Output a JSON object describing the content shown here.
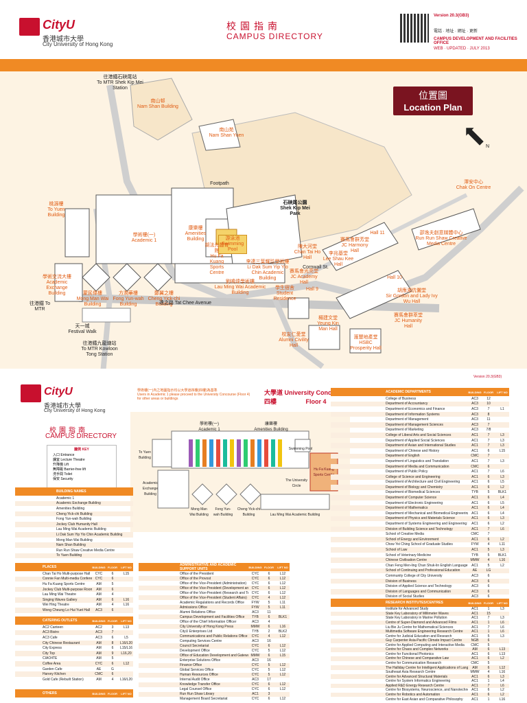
{
  "header": {
    "logo_word": "CityU",
    "uni_cn": "香港城市大學",
    "uni_en": "City University of Hong Kong",
    "title_cn": "校園指南",
    "title_en": "CAMPUS DIRECTORY",
    "right_line1": "Version 20.3(GB3)",
    "right_line2": "電話 · 地址 · 網址 · 更新",
    "right_line3": "CAMPUS DEVELOPMENT AND FACILITIES OFFICE",
    "right_line4": "WEB · UPDATED · JULY 2013"
  },
  "map": {
    "title_cn": "位置圖",
    "title_en": "Location Plan",
    "compass": "N",
    "labels": {
      "mtr_top_cn": "往港鐵石硤尾站",
      "mtr_top_en": "To MTR Shek Kip Mei Station",
      "nam_shan_cn": "南山邨",
      "nam_shan_en": "Nam Shan Building",
      "nam_shan_yuen_cn": "南山苑",
      "nam_shan_yuen_en": "Nam Shan Yuen",
      "footpath": "Footpath",
      "sk_park_cn": "石硤尾公園",
      "sk_park_en": "Shek Kip Mei Park",
      "chak_on_cn": "澤安中心",
      "chak_on_en": "Chak On Centre",
      "to_yuen_cn": "桃源樓",
      "to_yuen_en": "To Yuen Building",
      "academic1_cn": "學術樓(一)",
      "academic1_en": "Academic 1",
      "amenities_cn": "康樂樓",
      "amenities_en": "Amenities Building",
      "pool_cn": "游泳池",
      "pool_en": "Swimming Pool",
      "hu_fa_kuang_cn": "胡法光體育館",
      "hu_fa_kuang_en": "Hu Fa Kuang Sports Centre",
      "li_dak_sum_cn": "李達三葉耀珍學術樓",
      "li_dak_sum_en": "Li Dak Sum Yip Yio Chin Academic Building",
      "lau_ming_wai_cn": "劉鳴煒學術樓",
      "lau_ming_wai_en": "Lau Ming Wai Academic Building",
      "ae_cn": "學術交流大樓",
      "ae_en": "Academic Exchange Building",
      "mong_man_wai_cn": "蒙民偉樓",
      "mong_man_wai_en": "Mong Man Wai Building",
      "fong_yun_wah_cn": "方潤華樓",
      "fong_yun_wah_en": "Fong Yun-wah Building",
      "cheng_yick_chi_cn": "鄭翼之樓",
      "cheng_yick_chi_en": "Cheng Yick-chi Building",
      "tat_chee_cn": "達之路",
      "tat_chee_en": "Tat Chee Avenue",
      "festival_cn": "天一城",
      "festival_en": "Festival Walk",
      "kowloon_tong_cn": "往港鐵九龍塘站",
      "kowloon_tong_en": "To MTR Kowloon Tong Station",
      "chan_tai_ho_cn": "陳大河堂",
      "chan_tai_ho_en": "Chan Tai Ho Hall",
      "jc_harmony_cn": "賽馬會群芳堂",
      "jc_harmony_en": "JC Harmony Hall",
      "lee_shau_kee_cn": "李兆基堂",
      "lee_shau_kee_en": "Lee Shau Kee Hall",
      "hall11": "Hall 11",
      "hall10": "Hall 10",
      "run_run_cn": "邵逸夫創意媒體中心",
      "run_run_en": "Run Run Shaw Creative Media Centre",
      "jc_academy_cn": "賽馬會光亮堂",
      "jc_academy_en": "JC Academy Hall",
      "sir_gordon_cn": "胡應湘伉儷堂",
      "sir_gordon_en": "Sir Gordon and Lady Ivy Wu Hall",
      "student_res_cn": "學生宿舍",
      "student_res_en": "Student Residence",
      "hall9": "Hall 9",
      "jc_humanity_cn": "賽馬會群萃堂",
      "jc_humanity_en": "JC Humanity Hall",
      "alumni_cn": "校友仁愛堂",
      "alumni_en": "Alumni Civility Hall",
      "yeung_cn": "楊建文堂",
      "yeung_en": "Yeung Kin Man Hall",
      "hsbc_cn": "滙豐地產堂",
      "hsbc_en": "HSBC Prosperity Hall",
      "cornwall": "Cornwall St.",
      "to_mtr_note": "往港鐵 To MTR"
    }
  },
  "floor": {
    "version": "Version 20.3(GB3)",
    "note_cn": "學術樓(一)內之地圖指示均以大學道四樓(四樓)為基準",
    "note_en": "Users in Academic 1 please proceed to the University Concourse (Floor 4) for other areas or buildings",
    "concourse_cn": "大學道",
    "concourse_en": "University Concourse",
    "floor_cn": "四樓",
    "floor_en": "Floor 4",
    "academic1_cn": "學術樓(一)",
    "academic1_en": "Academic 1",
    "amenities_cn": "康樂樓",
    "amenities_en": "Amenities Building",
    "pool": "Swimming Pool",
    "to_yuen": "To Yuen Building",
    "ae": "Academic Exchange Building",
    "mmw": "Mong Man Wai Building",
    "fyw": "Fong Yun-wah Building",
    "cyc": "Cheng Yick-chi Building",
    "lmw": "Lau Ming Wai Academic Building",
    "hfk": "Hu Fa Kuang Sports Centre",
    "uni_circle": "The University Circle"
  },
  "lower_header": {
    "logo_word": "CityU",
    "uni_cn": "香港城市大學",
    "uni_en": "City University of Hong Kong",
    "title_cn": "校園指南",
    "title_en": "CAMPUS DIRECTORY"
  },
  "key": {
    "title": "圖例 KEY",
    "items": [
      "入口 Entrance",
      "課室 Lecture Theatre",
      "升降機 Lift",
      "無障礙 Barrier-free lift",
      "洗手間 Toilet",
      "保安 Security"
    ]
  },
  "tables": {
    "buildings": {
      "header": "BUILDING NAMES",
      "rows": [
        "Academic 1",
        "Academic Exchange Building",
        "Amenities Building",
        "Cheng Yick-chi Building",
        "Fong Yun-wah Building",
        "Jockey Club Humanity Hall",
        "Lau Ming Wai Academic Building",
        "Li Dak Sum Yip Yio Chin Academic Building",
        "Mong Man Wai Building",
        "Nam Shan Building",
        "Run Run Shaw Creative Media Centre",
        "To Yuen Building"
      ]
    },
    "places": {
      "header": "PLACES",
      "cols": [
        "BUILDING",
        "FLOOR",
        "LIFT NO"
      ],
      "rows": [
        [
          "Chan Tai Ho Multi-purpose Hall",
          "CYC",
          "6",
          "L15"
        ],
        [
          "Connie Fan Multi-media Conference Room",
          "CYC",
          "6",
          ""
        ],
        [
          "Hu Fa Kuang Sports Centre",
          "AM",
          "5",
          ""
        ],
        [
          "Jockey Club Multi-purpose Room",
          "AM",
          "6",
          ""
        ],
        [
          "Lau Ming Wai Theatre",
          "AM",
          "4",
          ""
        ],
        [
          "Singing Waves Gallery",
          "AM",
          "6",
          "L16"
        ],
        [
          "Wei Hing Theatre",
          "AM",
          "4",
          "L16"
        ],
        [
          "Wong Cheung Lo Hui Yuet Hall",
          "AC3",
          "6",
          ""
        ]
      ]
    },
    "catering": {
      "header": "CATERING OUTLETS",
      "cols": [
        "BUILDING",
        "FLOOR",
        "LIFT NO"
      ],
      "rows": [
        [
          "AC2 Canteen",
          "AC2",
          "3",
          "L13"
        ],
        [
          "AC3 Bistro",
          "AC3",
          "7",
          ""
        ],
        [
          "AC3 Cafe",
          "AC3",
          "6",
          "L5"
        ],
        [
          "City Chinese Restaurant",
          "AM",
          "8",
          "L16/L20"
        ],
        [
          "City Express",
          "AM",
          "6",
          "L15/L16"
        ],
        [
          "City Top",
          "AM",
          "9",
          "L16,20"
        ],
        [
          "CIAO4TE",
          "AM",
          "5",
          ""
        ],
        [
          "Coffee Area",
          "CYC",
          "6",
          "L12"
        ],
        [
          "Garden Cafe",
          "AE",
          "G",
          ""
        ],
        [
          "Harvey Kitchen",
          "CMC",
          "6",
          ""
        ],
        [
          "Gold Cafe (Rebuilt Station)",
          "AM",
          "4",
          "L16/L20"
        ]
      ]
    },
    "others": {
      "header": "OTHERS",
      "cols": [
        "BUILDING",
        "FLOOR",
        "LIFT NO"
      ]
    },
    "admin": {
      "header": "ADMINISTRATIVE AND ACADEMIC SUPPORT UNITS",
      "cols": [
        "BUILDING",
        "FLOOR",
        "LIFT NO"
      ],
      "rows": [
        [
          "Office of the President",
          "CYC",
          "6",
          "L12"
        ],
        [
          "Office of the Provost",
          "CYC",
          "6",
          "L12"
        ],
        [
          "Office of the Vice-President (Administration)",
          "CYC",
          "6",
          "L12"
        ],
        [
          "Office of the Vice-President (Development and External Relations)",
          "CYC",
          "6",
          "L12"
        ],
        [
          "Office of the Vice-President (Research and Technology)",
          "CYC",
          "6",
          "L12"
        ],
        [
          "Office of the Vice-President (Student Affairs)",
          "CYC",
          "4",
          "L12"
        ],
        [
          "Academic Regulations and Records Office",
          "FYW",
          "5",
          "L11"
        ],
        [
          "Admissions Office",
          "FYW",
          "5",
          "L11"
        ],
        [
          "Alumni Relations Office",
          "AC3",
          "11",
          ""
        ],
        [
          "Campus Development and Facilities Office",
          "TYB",
          "6",
          "BLK1"
        ],
        [
          "Office of the Chief Information Officer",
          "AC3",
          "4",
          ""
        ],
        [
          "City University of Hong Kong Press",
          "MMW",
          "6",
          "L16"
        ],
        [
          "CityU Enterprises Ltd",
          "TYB",
          "2",
          "BLK2"
        ],
        [
          "Communications and Public Relations Office",
          "CYC",
          "4",
          "L12"
        ],
        [
          "Computing Services Centre",
          "AC3",
          "16",
          ""
        ],
        [
          "Council Secretariat",
          "CYC",
          "6",
          "L12"
        ],
        [
          "Development Office",
          "CYC",
          "5",
          "L12"
        ],
        [
          "Office of Education Development and Gateway Education",
          "MMW",
          "6",
          "L15"
        ],
        [
          "Enterprise Solutions Office",
          "AC3",
          "16",
          ""
        ],
        [
          "Finance Office",
          "CYC",
          "5",
          "L12"
        ],
        [
          "Global Services Office",
          "CYC",
          "5",
          "L12"
        ],
        [
          "Human Resources Office",
          "CYC",
          "5",
          "L12"
        ],
        [
          "Internal Audit Office",
          "AC3",
          "17",
          ""
        ],
        [
          "Knowledge Transfer Office",
          "CYC",
          "6",
          "L12"
        ],
        [
          "Legal Counsel Office",
          "CYC",
          "6",
          "L12"
        ],
        [
          "Run Run Shaw Library",
          "AC1",
          "3",
          ""
        ],
        [
          "Management Board Secretariat",
          "CYC",
          "6",
          "L12"
        ]
      ]
    },
    "depts": {
      "header": "ACADEMIC DEPARTMENTS",
      "cols": [
        "BUILDING",
        "FLOOR",
        "LIFT NO"
      ],
      "rows": [
        [
          "College of Business",
          "AC3",
          "12",
          ""
        ],
        [
          "Department of Accountancy",
          "AC3",
          "10",
          ""
        ],
        [
          "Department of Economics and Finance",
          "AC3",
          "7",
          "L1"
        ],
        [
          "Department of Information Systems",
          "AC3",
          "8",
          ""
        ],
        [
          "Department of Management",
          "AC3",
          "11",
          ""
        ],
        [
          "Department of Management Sciences",
          "AC3",
          "7",
          ""
        ],
        [
          "Department of Marketing",
          "AC3",
          "7/8",
          ""
        ],
        [
          "College of Liberal Arts and Social Sciences",
          "AC1",
          "7",
          "L3"
        ],
        [
          "Department of Applied Social Sciences",
          "AC1",
          "7",
          "L3"
        ],
        [
          "Department of Asian and International Studies",
          "AC1",
          "7",
          "L3"
        ],
        [
          "Department of Chinese and History",
          "AC1",
          "6",
          "L15"
        ],
        [
          "Department of English",
          "CMC",
          "7",
          ""
        ],
        [
          "Department of Linguistics and Translation",
          "AC1",
          "7",
          "L3"
        ],
        [
          "Department of Media and Communication",
          "CMC",
          "6",
          ""
        ],
        [
          "Department of Public Policy",
          "AC1",
          "7",
          "L6"
        ],
        [
          "College of Science and Engineering",
          "AC1",
          "6",
          "L3"
        ],
        [
          "Department of Architecture and Civil Engineering",
          "AC1",
          "6",
          "L5"
        ],
        [
          "Department of Biology and Chemistry",
          "AC1",
          "6",
          "L2"
        ],
        [
          "Department of Biomedical Sciences",
          "TYB",
          "5",
          "BLK1"
        ],
        [
          "Department of Computer Science",
          "AC1",
          "6",
          "L4"
        ],
        [
          "Department of Electronic Engineering",
          "AC1",
          "6",
          "L5"
        ],
        [
          "Department of Mathematics",
          "AC1",
          "6",
          "L4"
        ],
        [
          "Department of Mechanical and Biomedical Engineering",
          "AC1",
          "6",
          "L4"
        ],
        [
          "Department of Physics and Materials Science",
          "AC1",
          "6",
          "L3"
        ],
        [
          "Department of Systems Engineering and Engineering Management",
          "AC1",
          "6",
          "L2"
        ],
        [
          "Division of Building Science and Technology",
          "AC1",
          "7",
          "L6"
        ],
        [
          "School of Creative Media",
          "CMC",
          "7",
          ""
        ],
        [
          "School of Energy and Environment",
          "AC1",
          "6",
          "L2"
        ],
        [
          "Chow Yei Ching School of Graduate Studies",
          "FYW",
          "4",
          "L11"
        ],
        [
          "School of Law",
          "AC1",
          "5",
          "L3"
        ],
        [
          "School of Veterinary Medicine",
          "TYB",
          "5",
          "BLK1"
        ],
        [
          "Chinese Civilisation Centre",
          "MMW",
          "4",
          "L16"
        ],
        [
          "Chan Feng Men-ling Chan Shuk-lin English Language Centre",
          "AC1",
          "5",
          "L2"
        ],
        [
          "School of Continuing and Professional Education",
          "AE",
          "LG",
          ""
        ],
        [
          "Community College of City University",
          "AC3",
          "6",
          ""
        ],
        [
          "Division of Business",
          "AC3",
          "6",
          ""
        ],
        [
          "Division of Applied Science and Technology",
          "AC3",
          "6",
          ""
        ],
        [
          "Division of Languages and Communication",
          "AC3",
          "6",
          ""
        ],
        [
          "Division of Social Studies",
          "AC3",
          "6",
          ""
        ]
      ]
    },
    "research": {
      "header": "RESEARCH INSTITUTES/CENTRES",
      "cols": [
        "BUILDING",
        "FLOOR",
        "LIFT NO"
      ],
      "rows": [
        [
          "Institute for Advanced Study",
          "AC1",
          "1",
          "L3"
        ],
        [
          "State Key Laboratory of Millimeter Waves",
          "AC1",
          "15",
          ""
        ],
        [
          "State Key Laboratory in Marine Pollution",
          "AC1",
          "7",
          "L3"
        ],
        [
          "Centre of Super-Diamond and Advanced Films",
          "AC1",
          "1",
          "L6"
        ],
        [
          "Liu Bie Ju Centre for Mathematical Sciences",
          "AC1",
          "7",
          "L6"
        ],
        [
          "Multimedia Software Engineering Research Centre",
          "AC1",
          "1",
          "L6"
        ],
        [
          "Centre for Judicial Education and Research",
          "AC1",
          "5",
          "L3"
        ],
        [
          "Guy Carpenter Asia-Pacific Climate Impact Centre",
          "NGB",
          "6",
          ""
        ],
        [
          "Centre for Applied Computing and Interactive Media",
          "CMC",
          "5",
          ""
        ],
        [
          "Centre for Chaos and Complex Networks",
          "AM",
          "6",
          "L13"
        ],
        [
          "Centre for Functional Photonics",
          "AC1",
          "6",
          "L13"
        ],
        [
          "Centre for Chinese and Comparative Law",
          "AC1",
          "6",
          "L2"
        ],
        [
          "Centre for Communication Research",
          "CMC",
          "5",
          ""
        ],
        [
          "The Halliday Centre for Intelligent Applications of Language Studies",
          "AM",
          "6",
          "L12"
        ],
        [
          "Southeast Asia Research Centre",
          "MMW",
          "4",
          "L16"
        ],
        [
          "Centre for Advanced Structural Materials",
          "AC1",
          "6",
          "L3"
        ],
        [
          "Centre for System Informatics Engineering",
          "AC1",
          "1",
          "L4"
        ],
        [
          "Applied R&D Energy Research Centre",
          "AC1",
          "7",
          "L6"
        ],
        [
          "Centre for Biosystems, Neuroscience, and Nanotechnology",
          "AC1",
          "6",
          "L2"
        ],
        [
          "Centre for Robotics and Automation",
          "AC1",
          "6",
          "L2"
        ],
        [
          "Centre for East Asian and Comparative Philosophy",
          "AC1",
          "1",
          "L16"
        ]
      ]
    }
  },
  "colors": {
    "accent": "#c8102e",
    "orange": "#f08a24",
    "map_bg": "#fdf3e3",
    "building": "#ffffff"
  }
}
